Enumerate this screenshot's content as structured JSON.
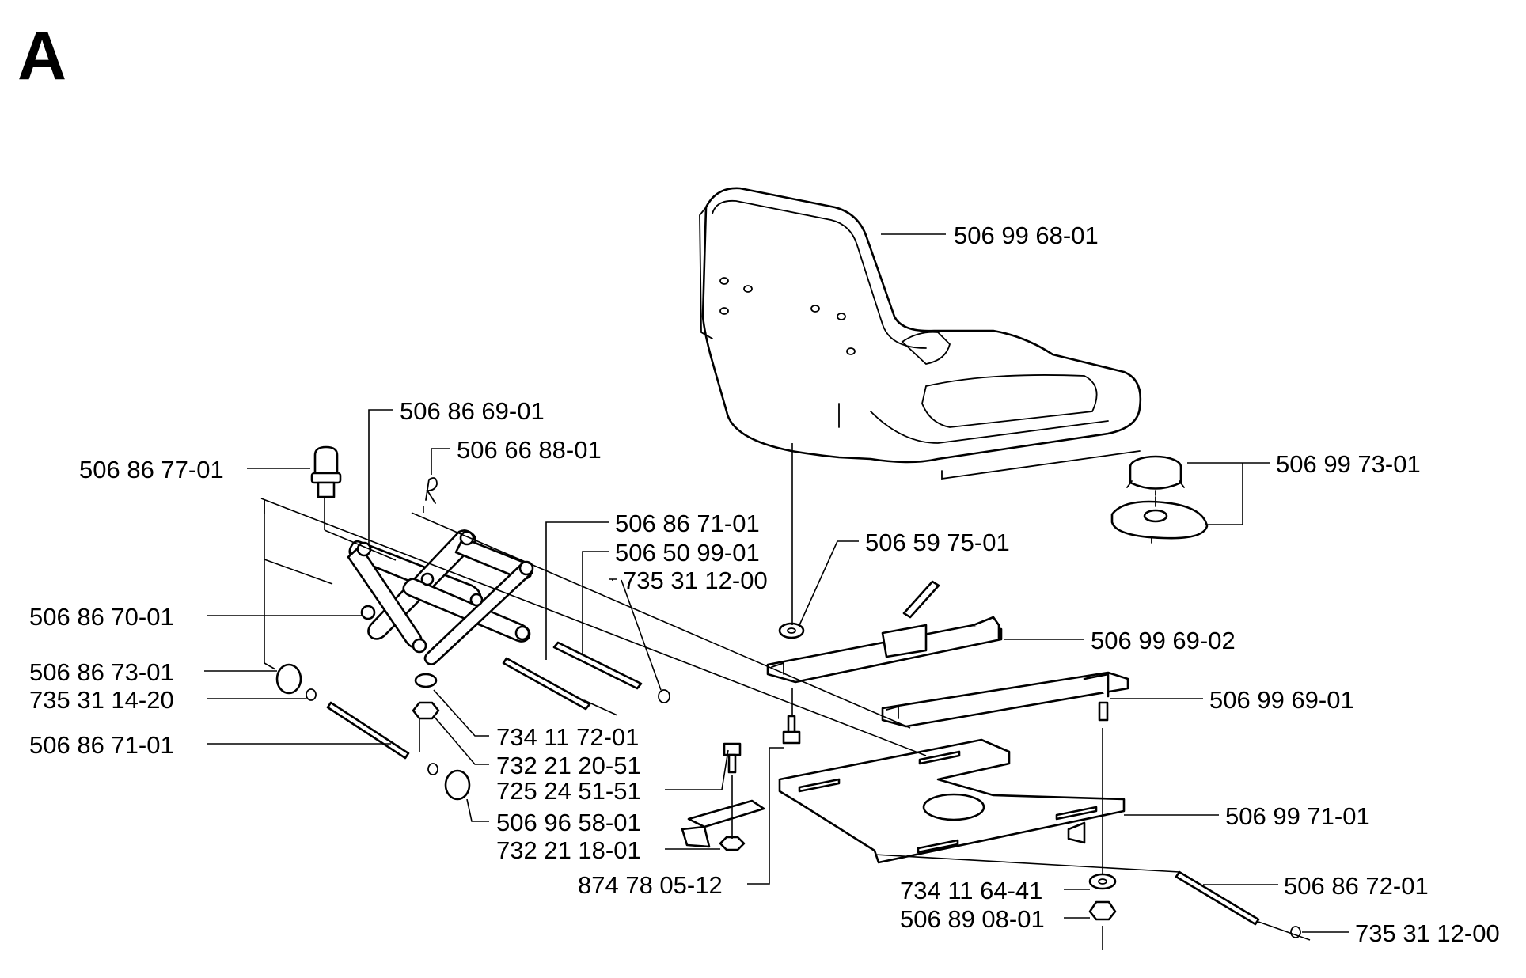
{
  "diagram_title": "A",
  "labels": {
    "seat": "506 99 68-01",
    "seat_bumper": "506 99 73-01",
    "scissor_upper": "506 86 69-01",
    "clip_r": "506 66 88-01",
    "knob": "506 86 77-01",
    "rod_a": "506 86 71-01",
    "rod_b": "506 50 99-01",
    "circlip_a": "735 31 12-00",
    "washer_top": "506 59 75-01",
    "scissor_lower": "506 86 70-01",
    "rail_upper": "506 99 69-02",
    "bushing_left": "506 86 73-01",
    "circlip_left": "735 31 14-20",
    "rail_lower": "506 99 69-01",
    "shaft_left": "506 86 71-01",
    "washer_small": "734 11 72-01",
    "nut_small": "732 21 20-51",
    "bolt_bracket": "725 24 51-51",
    "bracket_plate": "506 96 58-01",
    "base_plate": "506 99 71-01",
    "nut_bracket": "732 21 18-01",
    "bolt_base": "874 78 05-12",
    "washer_bottom": "734 11 64-41",
    "rod_bottom": "506 86 72-01",
    "nut_bottom": "506 89 08-01",
    "circlip_bottom": "735 31 12-00"
  },
  "icons": {
    "title": "diagram-letter",
    "parts": [
      "seat-icon",
      "bumper-icon",
      "scissor-frame-icon",
      "knob-icon",
      "rod-icon",
      "rail-icon",
      "base-plate-icon",
      "bracket-icon",
      "bushing-icon",
      "washer-icon",
      "nut-icon",
      "bolt-icon",
      "circlip-icon",
      "clip-icon"
    ]
  },
  "colors": {
    "ink": "#000000",
    "paper": "#ffffff"
  }
}
